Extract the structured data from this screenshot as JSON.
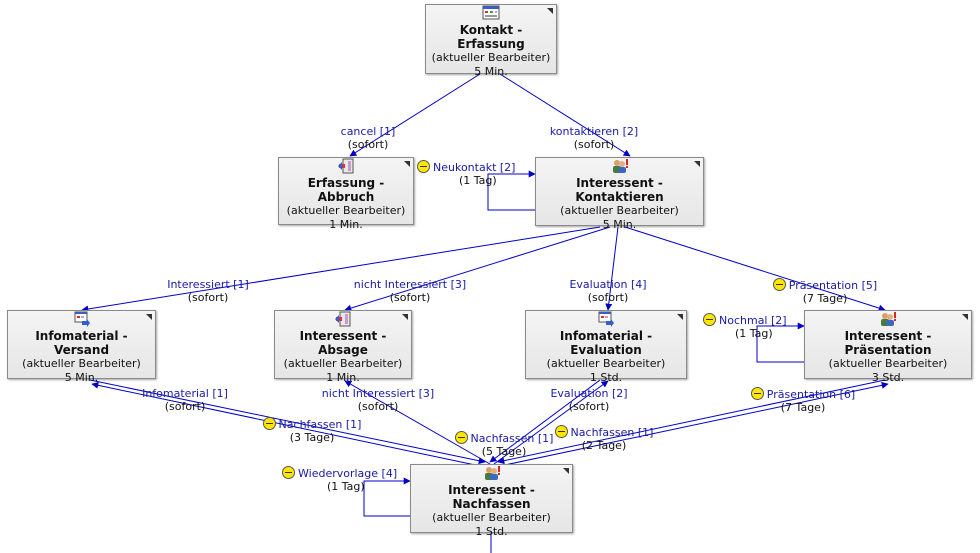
{
  "nodes": {
    "kontakt_erfassung": {
      "title": "Kontakt - Erfassung",
      "sub": "(aktueller Bearbeiter)",
      "dur": "5 Min.",
      "icon": "form-icon"
    },
    "erfassung_abbruch": {
      "title": "Erfassung - Abbruch",
      "sub": "(aktueller Bearbeiter)",
      "dur": "1 Min.",
      "icon": "exit-door-icon"
    },
    "interessent_kontaktieren": {
      "title": "Interessent - Kontaktieren",
      "sub": "(aktueller Bearbeiter)",
      "dur": "5 Min.",
      "icon": "users-alert-icon"
    },
    "infomaterial_versand": {
      "title": "Infomaterial - Versand",
      "sub": "(aktueller Bearbeiter)",
      "dur": "5 Min.",
      "icon": "document-send-icon"
    },
    "interessent_absage": {
      "title": "Interessent - Absage",
      "sub": "(aktueller Bearbeiter)",
      "dur": "1 Min.",
      "icon": "exit-door-icon"
    },
    "infomaterial_evaluation": {
      "title": "Infomaterial - Evaluation",
      "sub": "(aktueller Bearbeiter)",
      "dur": "1 Std.",
      "icon": "document-send-icon"
    },
    "interessent_praesentation": {
      "title": "Interessent - Präsentation",
      "sub": "(aktueller Bearbeiter)",
      "dur": "3 Std.",
      "icon": "users-alert-icon"
    },
    "interessent_nachfassen": {
      "title": "Interessent - Nachfassen",
      "sub": "(aktueller Bearbeiter)",
      "dur": "1 Std.",
      "icon": "users-alert-icon"
    }
  },
  "edges": {
    "cancel": {
      "name": "cancel [1]",
      "time": "(sofort)"
    },
    "kontaktieren": {
      "name": "kontaktieren [2]",
      "time": "(sofort)"
    },
    "neukontakt": {
      "name": "Neukontakt [2]",
      "time": "(1 Tag)"
    },
    "interessiert": {
      "name": "Interessiert [1]",
      "time": "(sofort)"
    },
    "nicht_interessiert_3_top": {
      "name": "nicht Interessiert [3]",
      "time": "(sofort)"
    },
    "evaluation_4": {
      "name": "Evaluation [4]",
      "time": "(sofort)"
    },
    "praesentation_5": {
      "name": "Präsentation [5]",
      "time": "(7 Tage)"
    },
    "nochmal": {
      "name": "Nochmal [2]",
      "time": "(1 Tag)"
    },
    "infomaterial_1": {
      "name": "Infomaterial [1]",
      "time": "(sofort)"
    },
    "nachfassen_1_a": {
      "name": "Nachfassen [1]",
      "time": "(3 Tage)"
    },
    "nicht_interessiert_3_bottom": {
      "name": "nicht Interessiert [3]",
      "time": "(sofort)"
    },
    "nachfassen_1_b": {
      "name": "Nachfassen [1]",
      "time": "(5 Tage)"
    },
    "evaluation_2": {
      "name": "Evaluation [2]",
      "time": "(sofort)"
    },
    "nachfassen_1_c": {
      "name": "Nachfassen [1]",
      "time": "(2 Tage)"
    },
    "praesentation_6": {
      "name": "Präsentation [6]",
      "time": "(7 Tage)"
    },
    "wiedervorlage": {
      "name": "Wiedervorlage [4]",
      "time": "(1 Tag)"
    }
  },
  "colors": {
    "edge": "#0000c8",
    "label": "#1a1aa6",
    "timer": "#ffe600"
  }
}
